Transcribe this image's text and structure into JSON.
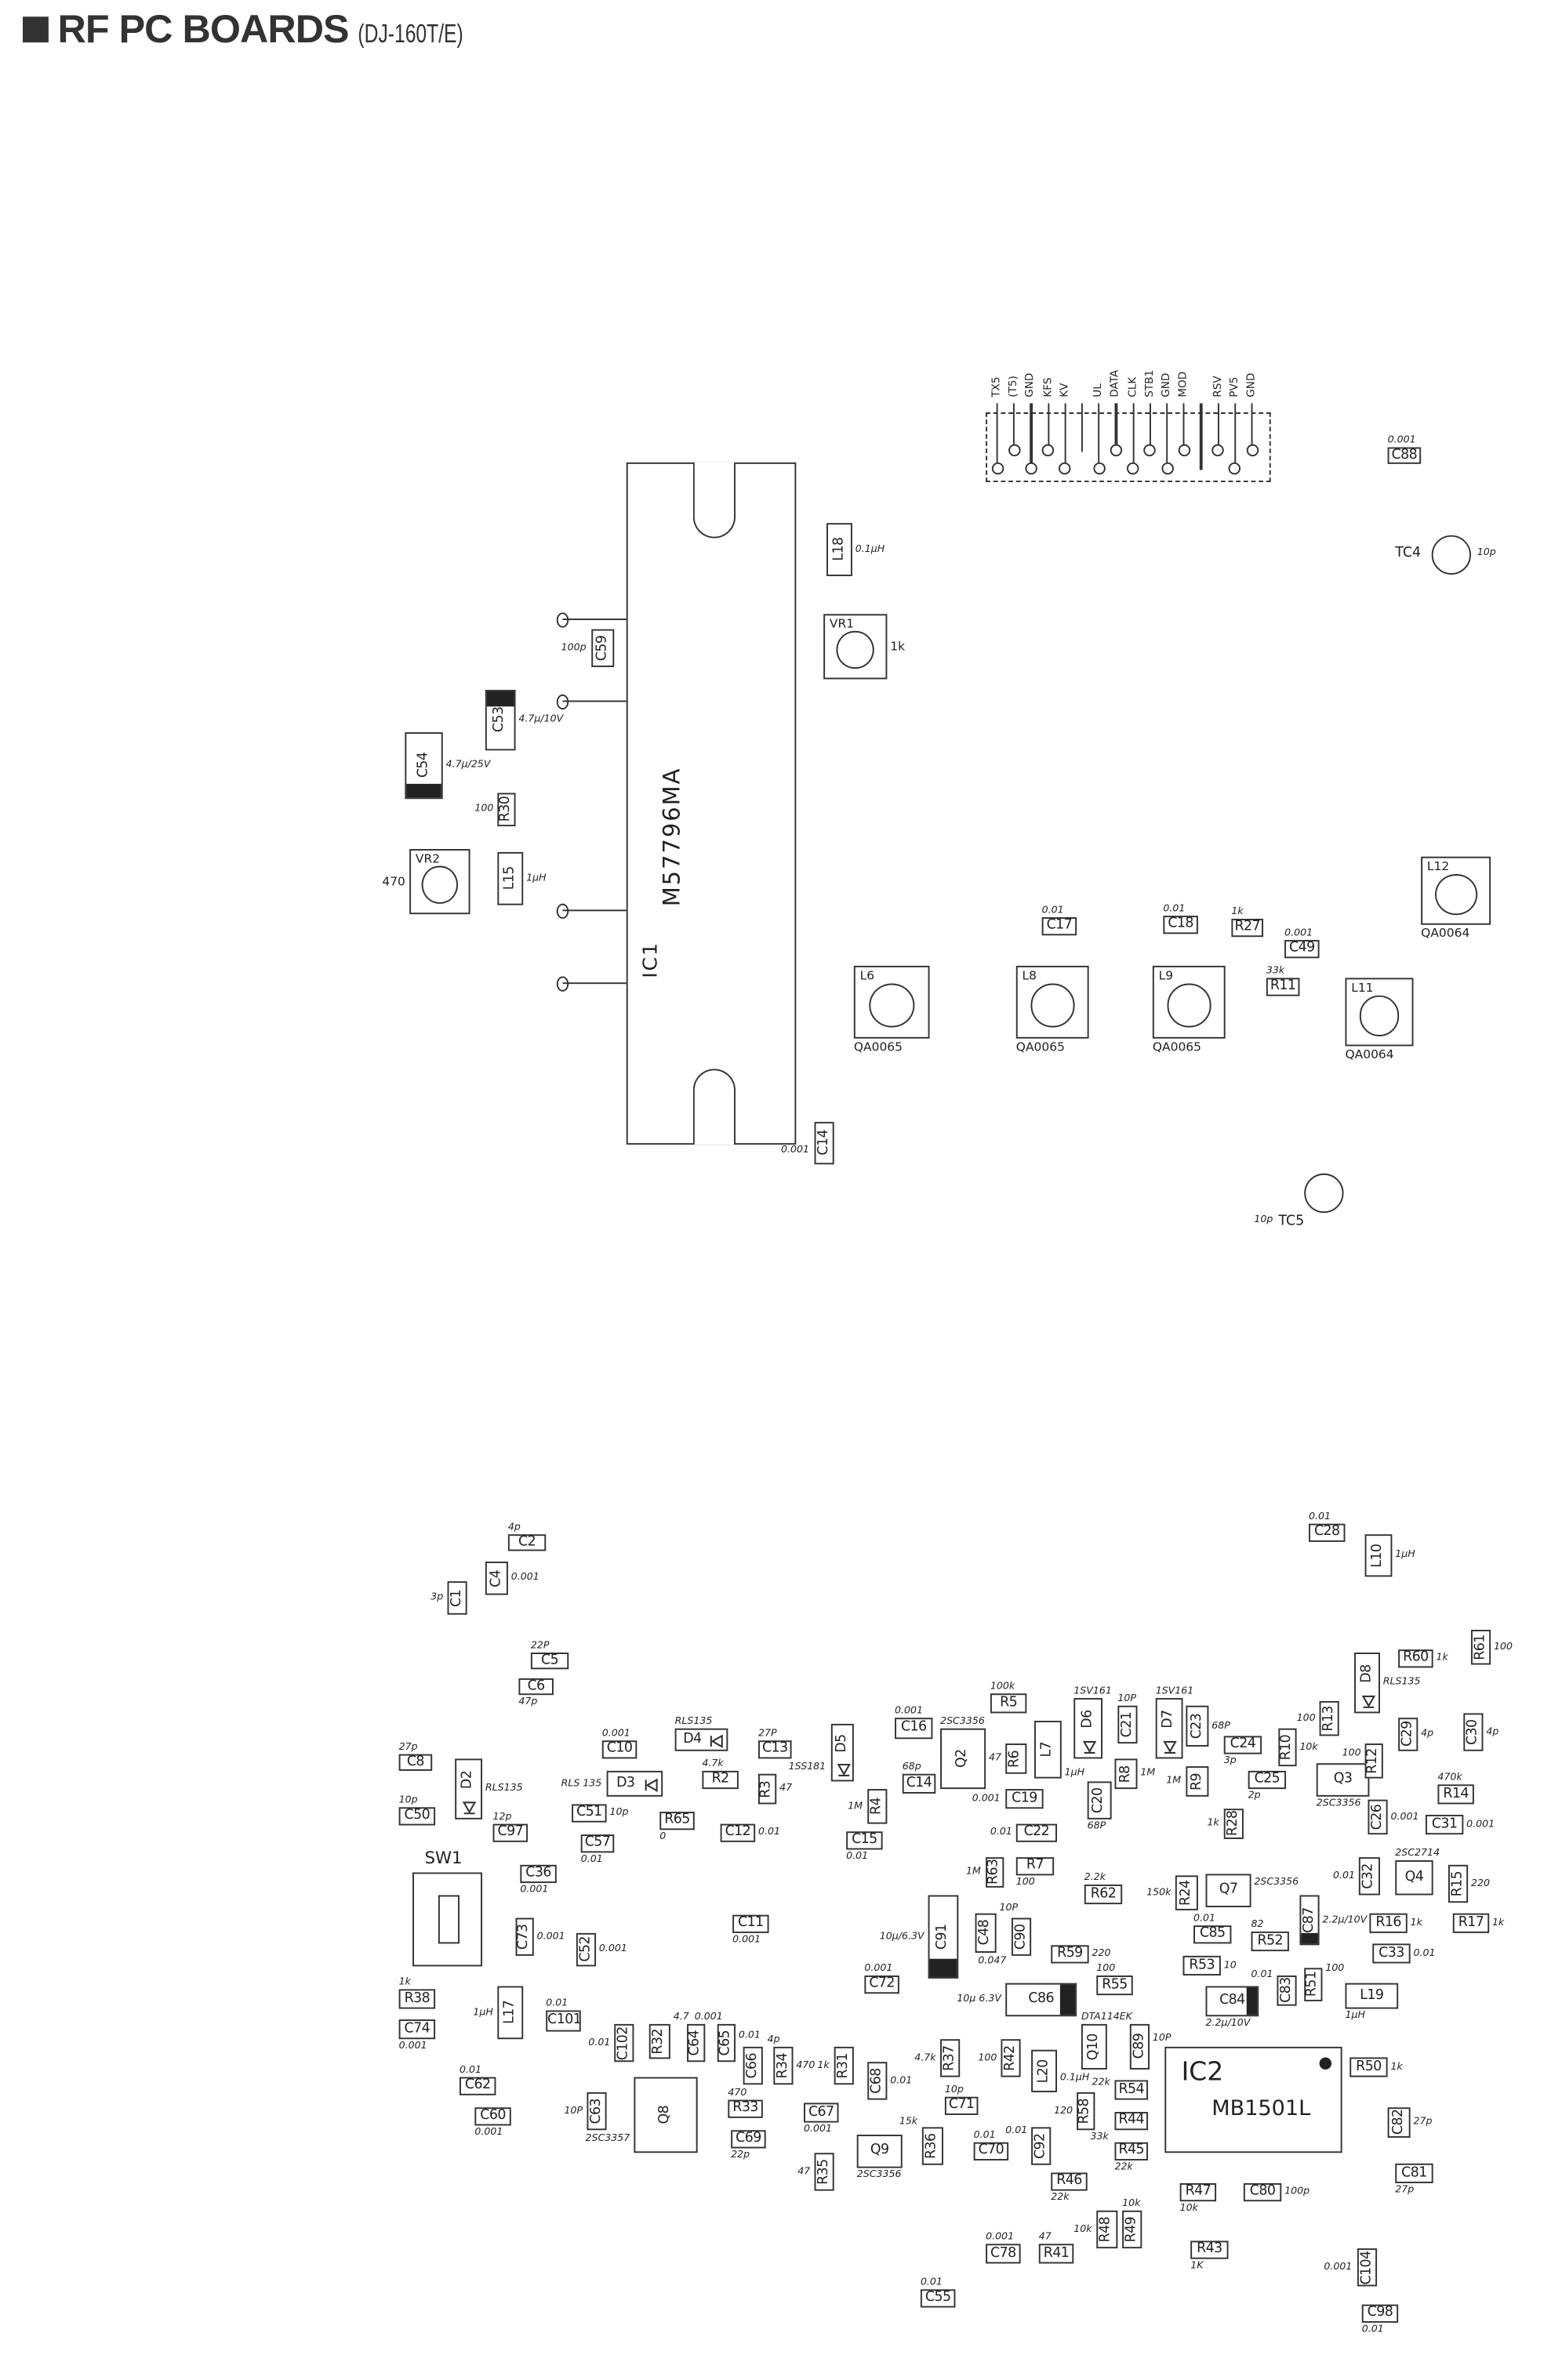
{
  "title": {
    "main": "RF PC BOARDS",
    "model": "(DJ-160T/E)"
  },
  "connector": {
    "pins": [
      "TX5",
      "(T5)",
      "GND",
      "KFS",
      "KV",
      "",
      "UL",
      "DATA",
      "CLK",
      "STB1",
      "GND",
      "MOD",
      "",
      "RSV",
      "PV5",
      "GND"
    ]
  },
  "ic1": {
    "ref": "IC1",
    "part": "M57796MA"
  },
  "ic2": {
    "ref": "IC2",
    "part": "MB1501L"
  },
  "sw1": {
    "ref": "SW1"
  },
  "components": [
    {
      "ref": "C59",
      "value": "100p"
    },
    {
      "ref": "C53",
      "value": "4.7μ/10V"
    },
    {
      "ref": "C54",
      "value": "4.7μ/25V"
    },
    {
      "ref": "R30",
      "value": "100"
    },
    {
      "ref": "L15",
      "value": "1μH"
    },
    {
      "ref": "VR2",
      "value": "470"
    },
    {
      "ref": "L18",
      "value": "0.1μH"
    },
    {
      "ref": "VR1",
      "value": "1k"
    },
    {
      "ref": "C14",
      "value": "0.001"
    },
    {
      "ref": "C17",
      "value": "0.01"
    },
    {
      "ref": "C18",
      "value": "0.01"
    },
    {
      "ref": "R27",
      "value": "1k"
    },
    {
      "ref": "C49",
      "value": "0.001"
    },
    {
      "ref": "R11",
      "value": "33k"
    },
    {
      "ref": "L6",
      "value": "QA0065"
    },
    {
      "ref": "L8",
      "value": "QA0065"
    },
    {
      "ref": "L9",
      "value": "QA0065"
    },
    {
      "ref": "L11",
      "value": "QA0064"
    },
    {
      "ref": "L12",
      "value": "QA0064"
    },
    {
      "ref": "C88",
      "value": "0.001"
    },
    {
      "ref": "TC4",
      "value": "10p"
    },
    {
      "ref": "TC5",
      "value": "10p"
    },
    {
      "ref": "C2",
      "value": "4p"
    },
    {
      "ref": "C4",
      "value": "0.001"
    },
    {
      "ref": "C1",
      "value": "3p"
    },
    {
      "ref": "C5",
      "value": "22P"
    },
    {
      "ref": "C6",
      "value": "47p"
    },
    {
      "ref": "C8",
      "value": "27p"
    },
    {
      "ref": "D2",
      "value": "RLS135"
    },
    {
      "ref": "C50",
      "value": "10p"
    },
    {
      "ref": "C97",
      "value": "12p"
    },
    {
      "ref": "C10",
      "value": "0.001"
    },
    {
      "ref": "D4",
      "value": "RLS135"
    },
    {
      "ref": "D3",
      "value": "RLS 135"
    },
    {
      "ref": "C13",
      "value": "27P"
    },
    {
      "ref": "R2",
      "value": "4.7k"
    },
    {
      "ref": "R3",
      "value": "47"
    },
    {
      "ref": "D5",
      "value": "1SS181"
    },
    {
      "ref": "R4",
      "value": "1M"
    },
    {
      "ref": "C51",
      "value": "10p"
    },
    {
      "ref": "R65",
      "value": "0"
    },
    {
      "ref": "C57",
      "value": "0.01"
    },
    {
      "ref": "C12",
      "value": "0.01"
    },
    {
      "ref": "C15",
      "value": "0.01"
    },
    {
      "ref": "C16",
      "value": "0.001"
    },
    {
      "ref": "C14",
      "value": "68p"
    },
    {
      "ref": "Q2",
      "value": "2SC3356"
    },
    {
      "ref": "R5",
      "value": "100k"
    },
    {
      "ref": "R6",
      "value": "47"
    },
    {
      "ref": "L7",
      "value": "1μH"
    },
    {
      "ref": "D6",
      "value": "1SV161"
    },
    {
      "ref": "C21",
      "value": "10P"
    },
    {
      "ref": "D7",
      "value": "1SV161"
    },
    {
      "ref": "C23",
      "value": "68P"
    },
    {
      "ref": "C19",
      "value": "0.001"
    },
    {
      "ref": "C20",
      "value": "68P"
    },
    {
      "ref": "R8",
      "value": "1M"
    },
    {
      "ref": "R9",
      "value": "1M"
    },
    {
      "ref": "C22",
      "value": "0.01"
    },
    {
      "ref": "R63",
      "value": "1M"
    },
    {
      "ref": "R7",
      "value": "100"
    },
    {
      "ref": "R62",
      "value": "2.2k"
    },
    {
      "ref": "C24",
      "value": "3p"
    },
    {
      "ref": "C25",
      "value": "2p"
    },
    {
      "ref": "R28",
      "value": "1k"
    },
    {
      "ref": "R10",
      "value": "10k"
    },
    {
      "ref": "R13",
      "value": "100"
    },
    {
      "ref": "Q3",
      "value": "2SC3356"
    },
    {
      "ref": "D8",
      "value": "RLS135"
    },
    {
      "ref": "R12",
      "value": "100"
    },
    {
      "ref": "C29",
      "value": "4p"
    },
    {
      "ref": "C30",
      "value": "4p"
    },
    {
      "ref": "R14",
      "value": "470k"
    },
    {
      "ref": "C26",
      "value": "0.001"
    },
    {
      "ref": "C31",
      "value": "0.001"
    },
    {
      "ref": "C32",
      "value": "0.01"
    },
    {
      "ref": "Q4",
      "value": "2SC2714"
    },
    {
      "ref": "R15",
      "value": "220"
    },
    {
      "ref": "R24",
      "value": "150k"
    },
    {
      "ref": "Q7",
      "value": "2SC3356"
    },
    {
      "ref": "C85",
      "value": "0.01"
    },
    {
      "ref": "R52",
      "value": "82"
    },
    {
      "ref": "C87",
      "value": "2.2μ/10V"
    },
    {
      "ref": "R16",
      "value": "1k"
    },
    {
      "ref": "R17",
      "value": "1k"
    },
    {
      "ref": "C33",
      "value": "0.01"
    },
    {
      "ref": "C91",
      "value": "10μ/6.3V"
    },
    {
      "ref": "C48",
      "value": "10P"
    },
    {
      "ref": "C90",
      "value": "0.047"
    },
    {
      "ref": "R59",
      "value": "220"
    },
    {
      "ref": "C86",
      "value": "10μ 6.3V"
    },
    {
      "ref": "R55",
      "value": "100"
    },
    {
      "ref": "R53",
      "value": "10"
    },
    {
      "ref": "C84",
      "value": "2.2μ/10V"
    },
    {
      "ref": "C83",
      "value": "0.01"
    },
    {
      "ref": "R51",
      "value": "100"
    },
    {
      "ref": "L19",
      "value": "1μH"
    },
    {
      "ref": "C28",
      "value": "0.01"
    },
    {
      "ref": "L10",
      "value": "1μH"
    },
    {
      "ref": "R60",
      "value": "1k"
    },
    {
      "ref": "R61",
      "value": "100"
    },
    {
      "ref": "R50",
      "value": "1k"
    },
    {
      "ref": "C82",
      "value": "27p"
    },
    {
      "ref": "C81",
      "value": "27p"
    },
    {
      "ref": "C80",
      "value": "100p"
    },
    {
      "ref": "R47",
      "value": "10k"
    },
    {
      "ref": "R43",
      "value": "1K"
    },
    {
      "ref": "C104",
      "value": "0.001"
    },
    {
      "ref": "C98",
      "value": "0.01"
    },
    {
      "ref": "C36",
      "value": "0.001"
    },
    {
      "ref": "C73",
      "value": "0.001"
    },
    {
      "ref": "C52",
      "value": "0.001"
    },
    {
      "ref": "L17",
      "value": "1μH"
    },
    {
      "ref": "R38",
      "value": "1k"
    },
    {
      "ref": "C74",
      "value": "0.001"
    },
    {
      "ref": "C101",
      "value": "0.01"
    },
    {
      "ref": "C62",
      "value": "0.01"
    },
    {
      "ref": "C60",
      "value": "0.001"
    },
    {
      "ref": "C63",
      "value": "10P"
    },
    {
      "ref": "C11",
      "value": "0.001"
    },
    {
      "ref": "C72",
      "value": "0.001"
    },
    {
      "ref": "C102",
      "value": "0.01"
    },
    {
      "ref": "R32",
      "value": "4.7"
    },
    {
      "ref": "C64",
      "value": "0.001"
    },
    {
      "ref": "C65",
      "value": "0.01"
    },
    {
      "ref": "C66",
      "value": "4p"
    },
    {
      "ref": "R34",
      "value": "470"
    },
    {
      "ref": "R31",
      "value": "1k"
    },
    {
      "ref": "C68",
      "value": "0.01"
    },
    {
      "ref": "Q8",
      "value": "2SC3357"
    },
    {
      "ref": "R33",
      "value": "470"
    },
    {
      "ref": "C69",
      "value": "22p"
    },
    {
      "ref": "C67",
      "value": "0.001"
    },
    {
      "ref": "R35",
      "value": "47"
    },
    {
      "ref": "Q9",
      "value": "2SC3356"
    },
    {
      "ref": "R36",
      "value": "15k"
    },
    {
      "ref": "R37",
      "value": "4.7k"
    },
    {
      "ref": "C71",
      "value": "10p"
    },
    {
      "ref": "R42",
      "value": "100"
    },
    {
      "ref": "L20",
      "value": "0.1μH"
    },
    {
      "ref": "Q10",
      "value": "DTA114EK"
    },
    {
      "ref": "C89",
      "value": "10P"
    },
    {
      "ref": "R54",
      "value": "22k"
    },
    {
      "ref": "R44",
      "value": "33k"
    },
    {
      "ref": "R45",
      "value": "22k"
    },
    {
      "ref": "R58",
      "value": "120"
    },
    {
      "ref": "C92",
      "value": "0.01"
    },
    {
      "ref": "C70",
      "value": "0.01"
    },
    {
      "ref": "R46",
      "value": "22k"
    },
    {
      "ref": "R48",
      "value": "10k"
    },
    {
      "ref": "R49",
      "value": "10k"
    },
    {
      "ref": "C78",
      "value": "0.001"
    },
    {
      "ref": "R41",
      "value": "47"
    },
    {
      "ref": "C55",
      "value": "0.01"
    }
  ]
}
